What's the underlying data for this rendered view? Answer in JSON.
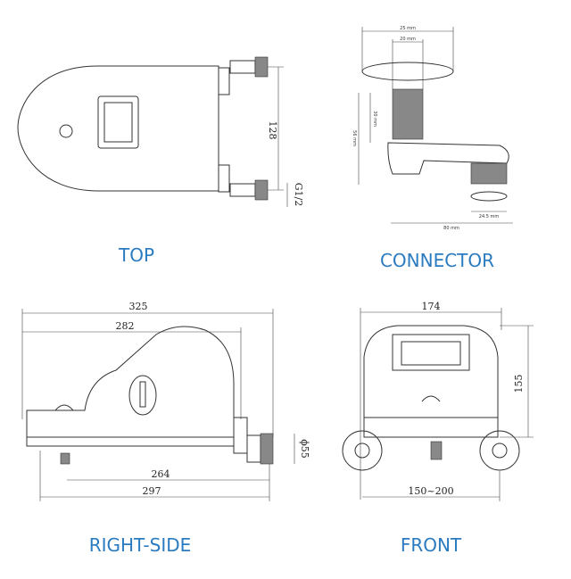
{
  "views": {
    "top": {
      "label": "TOP",
      "dims": {
        "spacing": "128",
        "thread": "G1/2"
      }
    },
    "connector": {
      "label": "CONNECTOR",
      "dims": {
        "outer_dia": "25 mm",
        "inner_dia": "20 mm",
        "thread_len": "30 mm",
        "height": "56 mm",
        "nut": "24.5 mm",
        "length": "80 mm"
      }
    },
    "right_side": {
      "label": "RIGHT-SIDE",
      "dims": {
        "total": "325",
        "body": "282",
        "inner": "264",
        "base": "297",
        "dia": "ϕ55"
      }
    },
    "front": {
      "label": "FRONT",
      "dims": {
        "width": "174",
        "height": "155",
        "spacing": "150~200"
      }
    }
  }
}
